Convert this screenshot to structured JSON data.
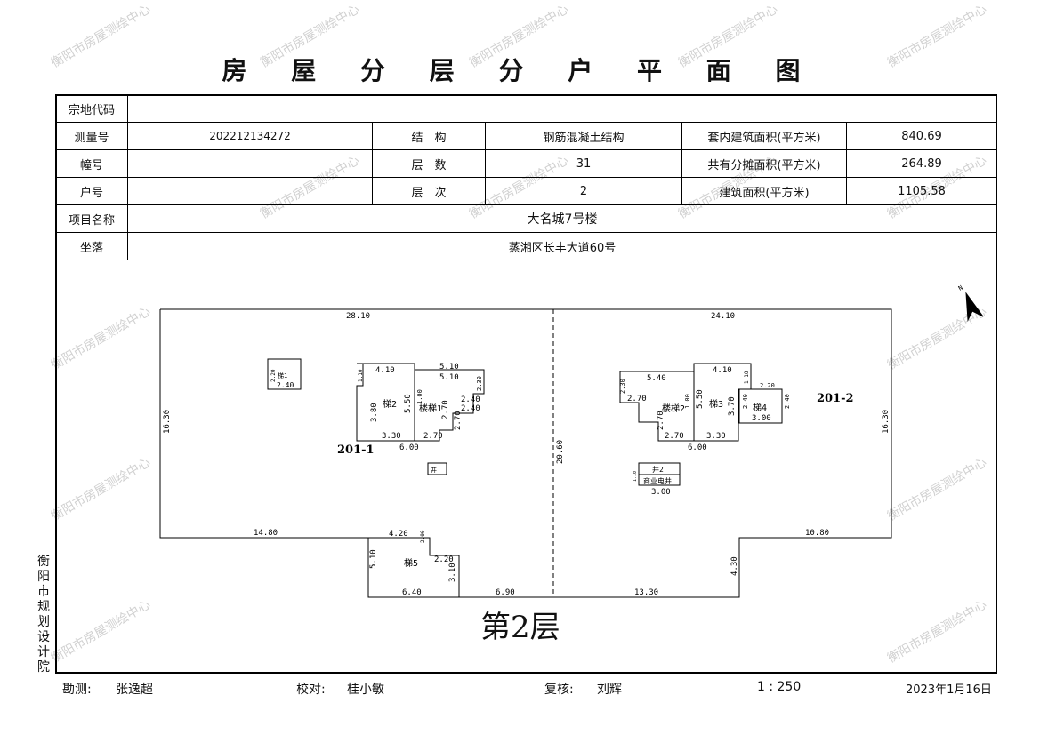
{
  "title": "房 屋 分 层 分 户 平 面 图",
  "info": {
    "parcel_code_label": "宗地代码",
    "parcel_code_value": "",
    "survey_no_label": "测量号",
    "survey_no_value": "202212134272",
    "structure_label": "结　构",
    "structure_value": "钢筋混凝土结构",
    "inner_area_label": "套内建筑面积(平方米)",
    "inner_area_value": "840.69",
    "building_no_label": "幢号",
    "building_no_value": "",
    "floors_label": "层　数",
    "floors_value": "31",
    "shared_area_label": "共有分摊面积(平方米)",
    "shared_area_value": "264.89",
    "unit_no_label": "户号",
    "unit_no_value": "",
    "floor_label": "层　次",
    "floor_value": "2",
    "building_area_label": "建筑面积(平方米)",
    "building_area_value": "1105.58",
    "project_label": "项目名称",
    "project_value": "大名城7号楼",
    "location_label": "坐落",
    "location_value": "蒸湘区长丰大道60号"
  },
  "plan": {
    "dims": {
      "top_left": "28.10",
      "top_right": "24.10",
      "left_h": "16.30",
      "right_h": "16.30",
      "center_v": "20.60",
      "bottom_left": "14.80",
      "bottom_right": "10.80",
      "b_6_40": "6.40",
      "b_6_90": "6.90",
      "b_13_30": "13.30",
      "b_4_30": "4.30",
      "s5_4_20": "4.20",
      "s5_5_10": "5.10",
      "s5_2_20": "2.20",
      "s5_3_10": "3.10",
      "s5_2_00": "2.00",
      "l_4_10": "4.10",
      "l_5_10a": "5.10",
      "l_5_10b": "5.10",
      "l_3_80": "3.80",
      "l_5_50": "5.50",
      "l_2_70": "2.70",
      "l_2_70b": "2.70",
      "l_2_40": "2.40",
      "l_2_40b": "2.40",
      "l_2_30": "2.30",
      "l_3_30": "3.30",
      "l_6_00": "6.00",
      "l_1_10": "1.10",
      "l_1_00": "1.00",
      "r_5_40": "5.40",
      "r_4_10": "4.10",
      "r_2_30": "2.30",
      "r_2_70": "2.70",
      "r_2_70b": "2.70",
      "r_2_70c": "2.70",
      "r_5_50": "5.50",
      "r_3_70": "3.70",
      "r_3_30": "3.30",
      "r_6_00": "6.00",
      "r_1_10": "1.10",
      "r_2_20": "2.20",
      "r_2_40": "2.40",
      "r_2_40b": "2.40",
      "r_3_00": "3.00",
      "r_1_00": "1.00",
      "t1_2_20": "2.20",
      "t1_2_40": "2.40",
      "m_3_00": "3.00",
      "m_1_10": "1.10"
    },
    "rooms": {
      "stair1_small": "梯1",
      "stair2": "梯2",
      "louti1": "楼梯1",
      "louti2": "楼梯2",
      "stair3": "梯3",
      "stair4": "梯4",
      "stair5": "梯5",
      "unit1": "201-1",
      "unit2": "201-2",
      "shaft": "井",
      "shaft2": "井2",
      "commercial_shaft": "商业电井"
    },
    "north": "N",
    "floor_label": "第2层"
  },
  "vertical_org": "衡阳市规划设计院",
  "footer": {
    "survey_label": "勘测:",
    "survey_name": "张逸超",
    "check_label": "校对:",
    "check_name": "桂小敏",
    "review_label": "复核:",
    "review_name": "刘辉",
    "scale": "1 : 250",
    "date": "2023年1月16日"
  },
  "watermark_text": "衡阳市房屋测绘中心"
}
